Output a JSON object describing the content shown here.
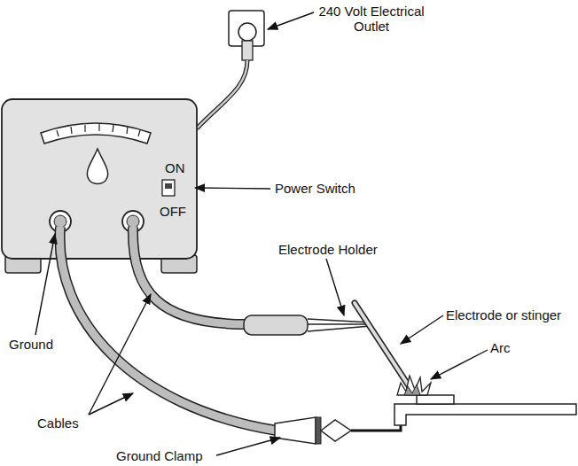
{
  "diagram": {
    "labels": [
      "240 Volt Electrical Outlet",
      "ON",
      "Power Switch",
      "OFF",
      "Electrode Holder",
      "Electrode or stinger",
      "Arc",
      "Ground",
      "Cables",
      "Ground Clamp"
    ]
  }
}
